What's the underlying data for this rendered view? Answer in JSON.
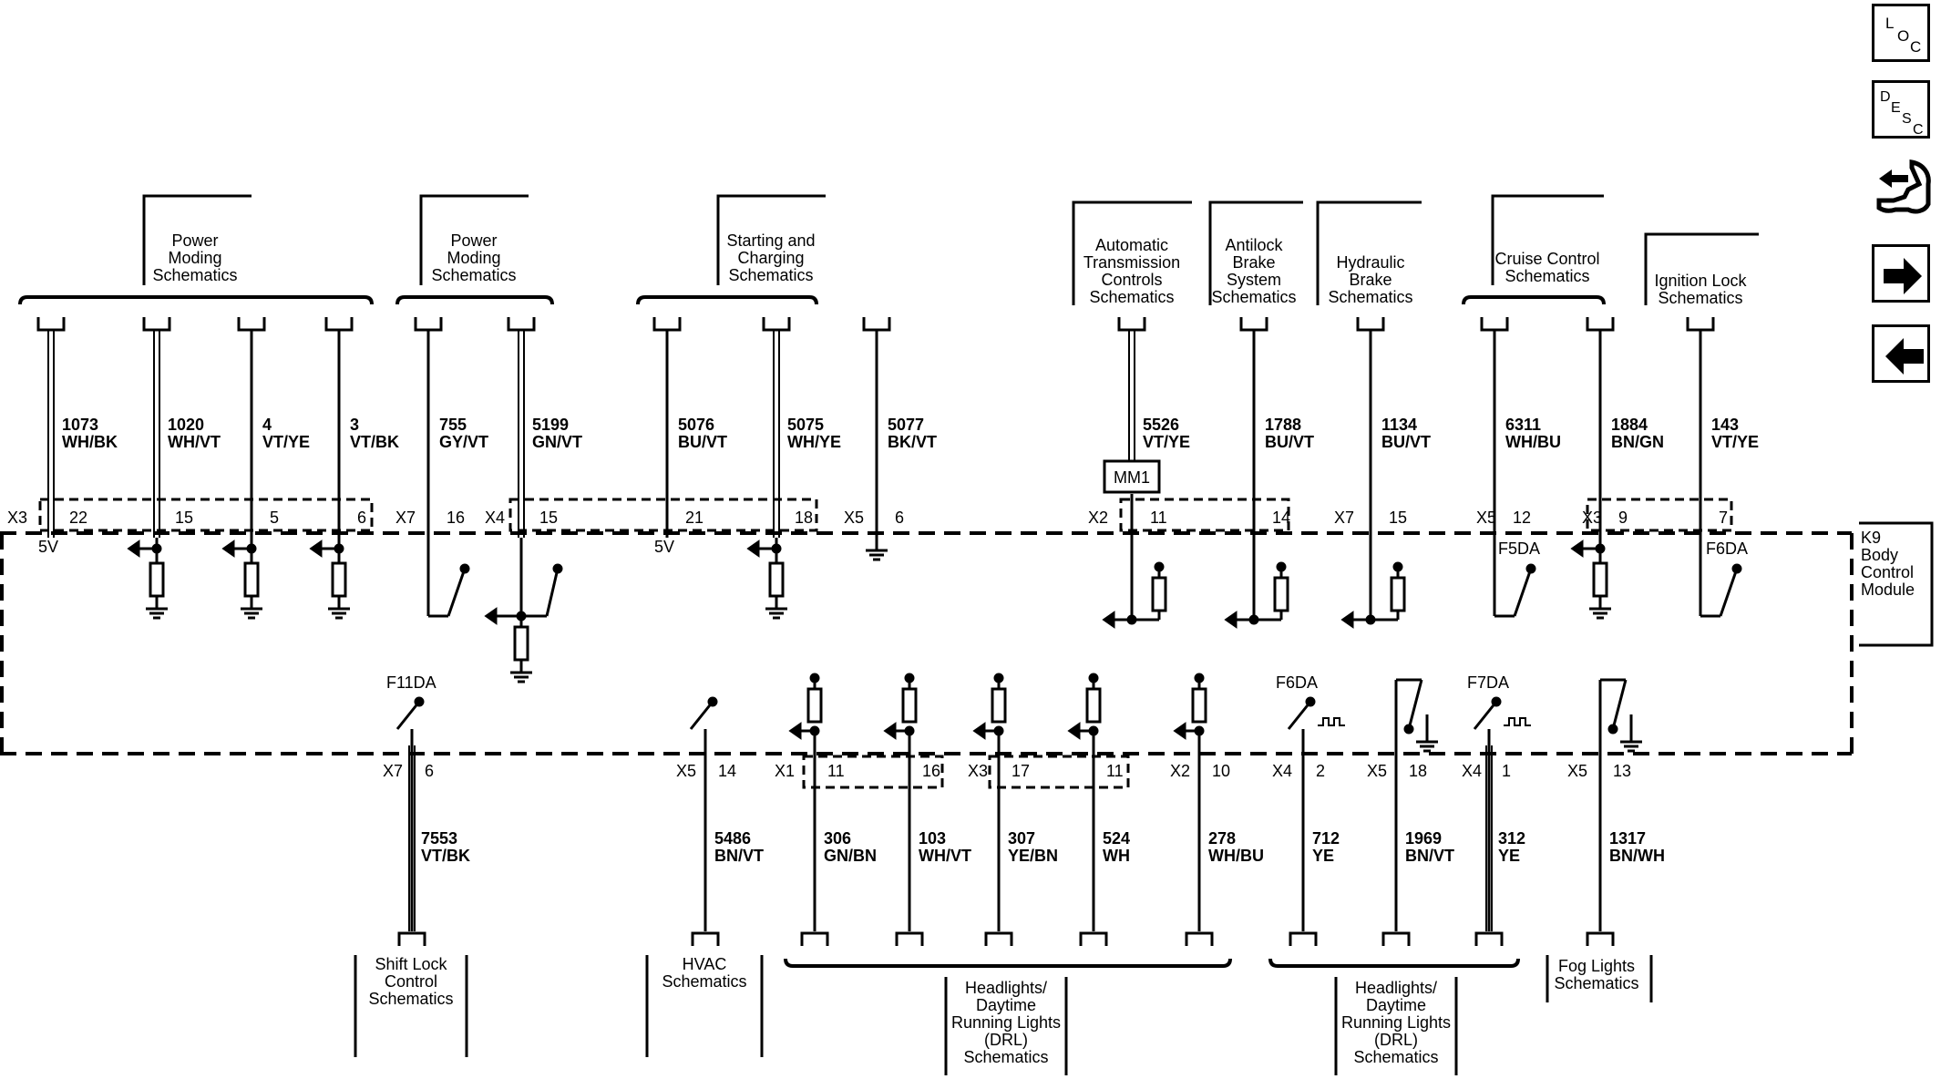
{
  "module": {
    "name": "K9",
    "line2": "Body",
    "line3": "Control",
    "line4": "Module"
  },
  "mm1_label": "MM1",
  "top_groups": [
    {
      "lines": [
        "Power",
        "Moding",
        "Schematics"
      ]
    },
    {
      "lines": [
        "Power",
        "Moding",
        "Schematics"
      ]
    },
    {
      "lines": [
        "Starting and",
        "Charging",
        "Schematics"
      ]
    },
    {
      "lines": [
        "Automatic",
        "Transmission",
        "Controls",
        "Schematics"
      ]
    },
    {
      "lines": [
        "Antilock",
        "Brake",
        "System",
        "Schematics"
      ]
    },
    {
      "lines": [
        "Hydraulic",
        "Brake",
        "Schematics"
      ]
    },
    {
      "lines": [
        "Cruise Control",
        "Schematics"
      ]
    },
    {
      "lines": [
        "Ignition Lock",
        "Schematics"
      ]
    }
  ],
  "top_wires": [
    {
      "circuit": "1073",
      "color": "WH/BK",
      "connector": "X3",
      "pin": "22",
      "note": "5V"
    },
    {
      "circuit": "1020",
      "color": "WH/VT",
      "connector": "",
      "pin": "15",
      "note": ""
    },
    {
      "circuit": "4",
      "color": "VT/YE",
      "connector": "",
      "pin": "5",
      "note": ""
    },
    {
      "circuit": "3",
      "color": "VT/BK",
      "connector": "",
      "pin": "6",
      "note": ""
    },
    {
      "circuit": "755",
      "color": "GY/VT",
      "connector": "X7",
      "pin": "16",
      "note": ""
    },
    {
      "circuit": "5199",
      "color": "GN/VT",
      "connector": "X4",
      "pin": "15",
      "note": ""
    },
    {
      "circuit": "5076",
      "color": "BU/VT",
      "connector": "",
      "pin": "21",
      "note": "5V"
    },
    {
      "circuit": "5075",
      "color": "WH/YE",
      "connector": "",
      "pin": "18",
      "note": ""
    },
    {
      "circuit": "5077",
      "color": "BK/VT",
      "connector": "X5",
      "pin": "6",
      "note": ""
    },
    {
      "circuit": "5526",
      "color": "VT/YE",
      "connector": "X2",
      "pin": "11",
      "note": ""
    },
    {
      "circuit": "1788",
      "color": "BU/VT",
      "connector": "",
      "pin": "14",
      "note": ""
    },
    {
      "circuit": "1134",
      "color": "BU/VT",
      "connector": "X7",
      "pin": "15",
      "note": ""
    },
    {
      "circuit": "6311",
      "color": "WH/BU",
      "connector": "X5",
      "pin": "12",
      "note": "F5DA"
    },
    {
      "circuit": "1884",
      "color": "BN/GN",
      "connector": "X3",
      "pin": "9",
      "note": ""
    },
    {
      "circuit": "143",
      "color": "VT/YE",
      "connector": "",
      "pin": "7",
      "note": "F6DA"
    }
  ],
  "bottom_wires": [
    {
      "circuit": "7553",
      "color": "VT/BK",
      "connector": "X7",
      "pin": "6",
      "note": "F11DA"
    },
    {
      "circuit": "5486",
      "color": "BN/VT",
      "connector": "X5",
      "pin": "14",
      "note": ""
    },
    {
      "circuit": "306",
      "color": "GN/BN",
      "connector": "X1",
      "pin": "11",
      "note": ""
    },
    {
      "circuit": "103",
      "color": "WH/VT",
      "connector": "",
      "pin": "16",
      "note": ""
    },
    {
      "circuit": "307",
      "color": "YE/BN",
      "connector": "X3",
      "pin": "17",
      "note": ""
    },
    {
      "circuit": "524",
      "color": "WH",
      "connector": "",
      "pin": "11",
      "note": ""
    },
    {
      "circuit": "278",
      "color": "WH/BU",
      "connector": "X2",
      "pin": "10",
      "note": ""
    },
    {
      "circuit": "712",
      "color": "YE",
      "connector": "X4",
      "pin": "2",
      "note": "F6DA"
    },
    {
      "circuit": "1969",
      "color": "BN/VT",
      "connector": "X5",
      "pin": "18",
      "note": ""
    },
    {
      "circuit": "312",
      "color": "YE",
      "connector": "X4",
      "pin": "1",
      "note": "F7DA"
    },
    {
      "circuit": "1317",
      "color": "BN/WH",
      "connector": "X5",
      "pin": "13",
      "note": ""
    }
  ],
  "bottom_groups": [
    {
      "lines": [
        "Shift Lock",
        "Control",
        "Schematics"
      ]
    },
    {
      "lines": [
        "HVAC",
        "Schematics"
      ]
    },
    {
      "lines": [
        "Headlights/",
        "Daytime",
        "Running Lights",
        "(DRL)",
        "Schematics"
      ]
    },
    {
      "lines": [
        "Headlights/",
        "Daytime",
        "Running Lights",
        "(DRL)",
        "Schematics"
      ]
    },
    {
      "lines": [
        "Fog Lights",
        "Schematics"
      ]
    }
  ],
  "side_buttons": {
    "loc": [
      "L",
      "O",
      "C"
    ],
    "desc": [
      "D",
      "E",
      "S",
      "C"
    ]
  },
  "icons": [
    "loc-icon",
    "desc-icon",
    "connector-tool-icon",
    "arrow-right-icon",
    "arrow-left-icon"
  ]
}
